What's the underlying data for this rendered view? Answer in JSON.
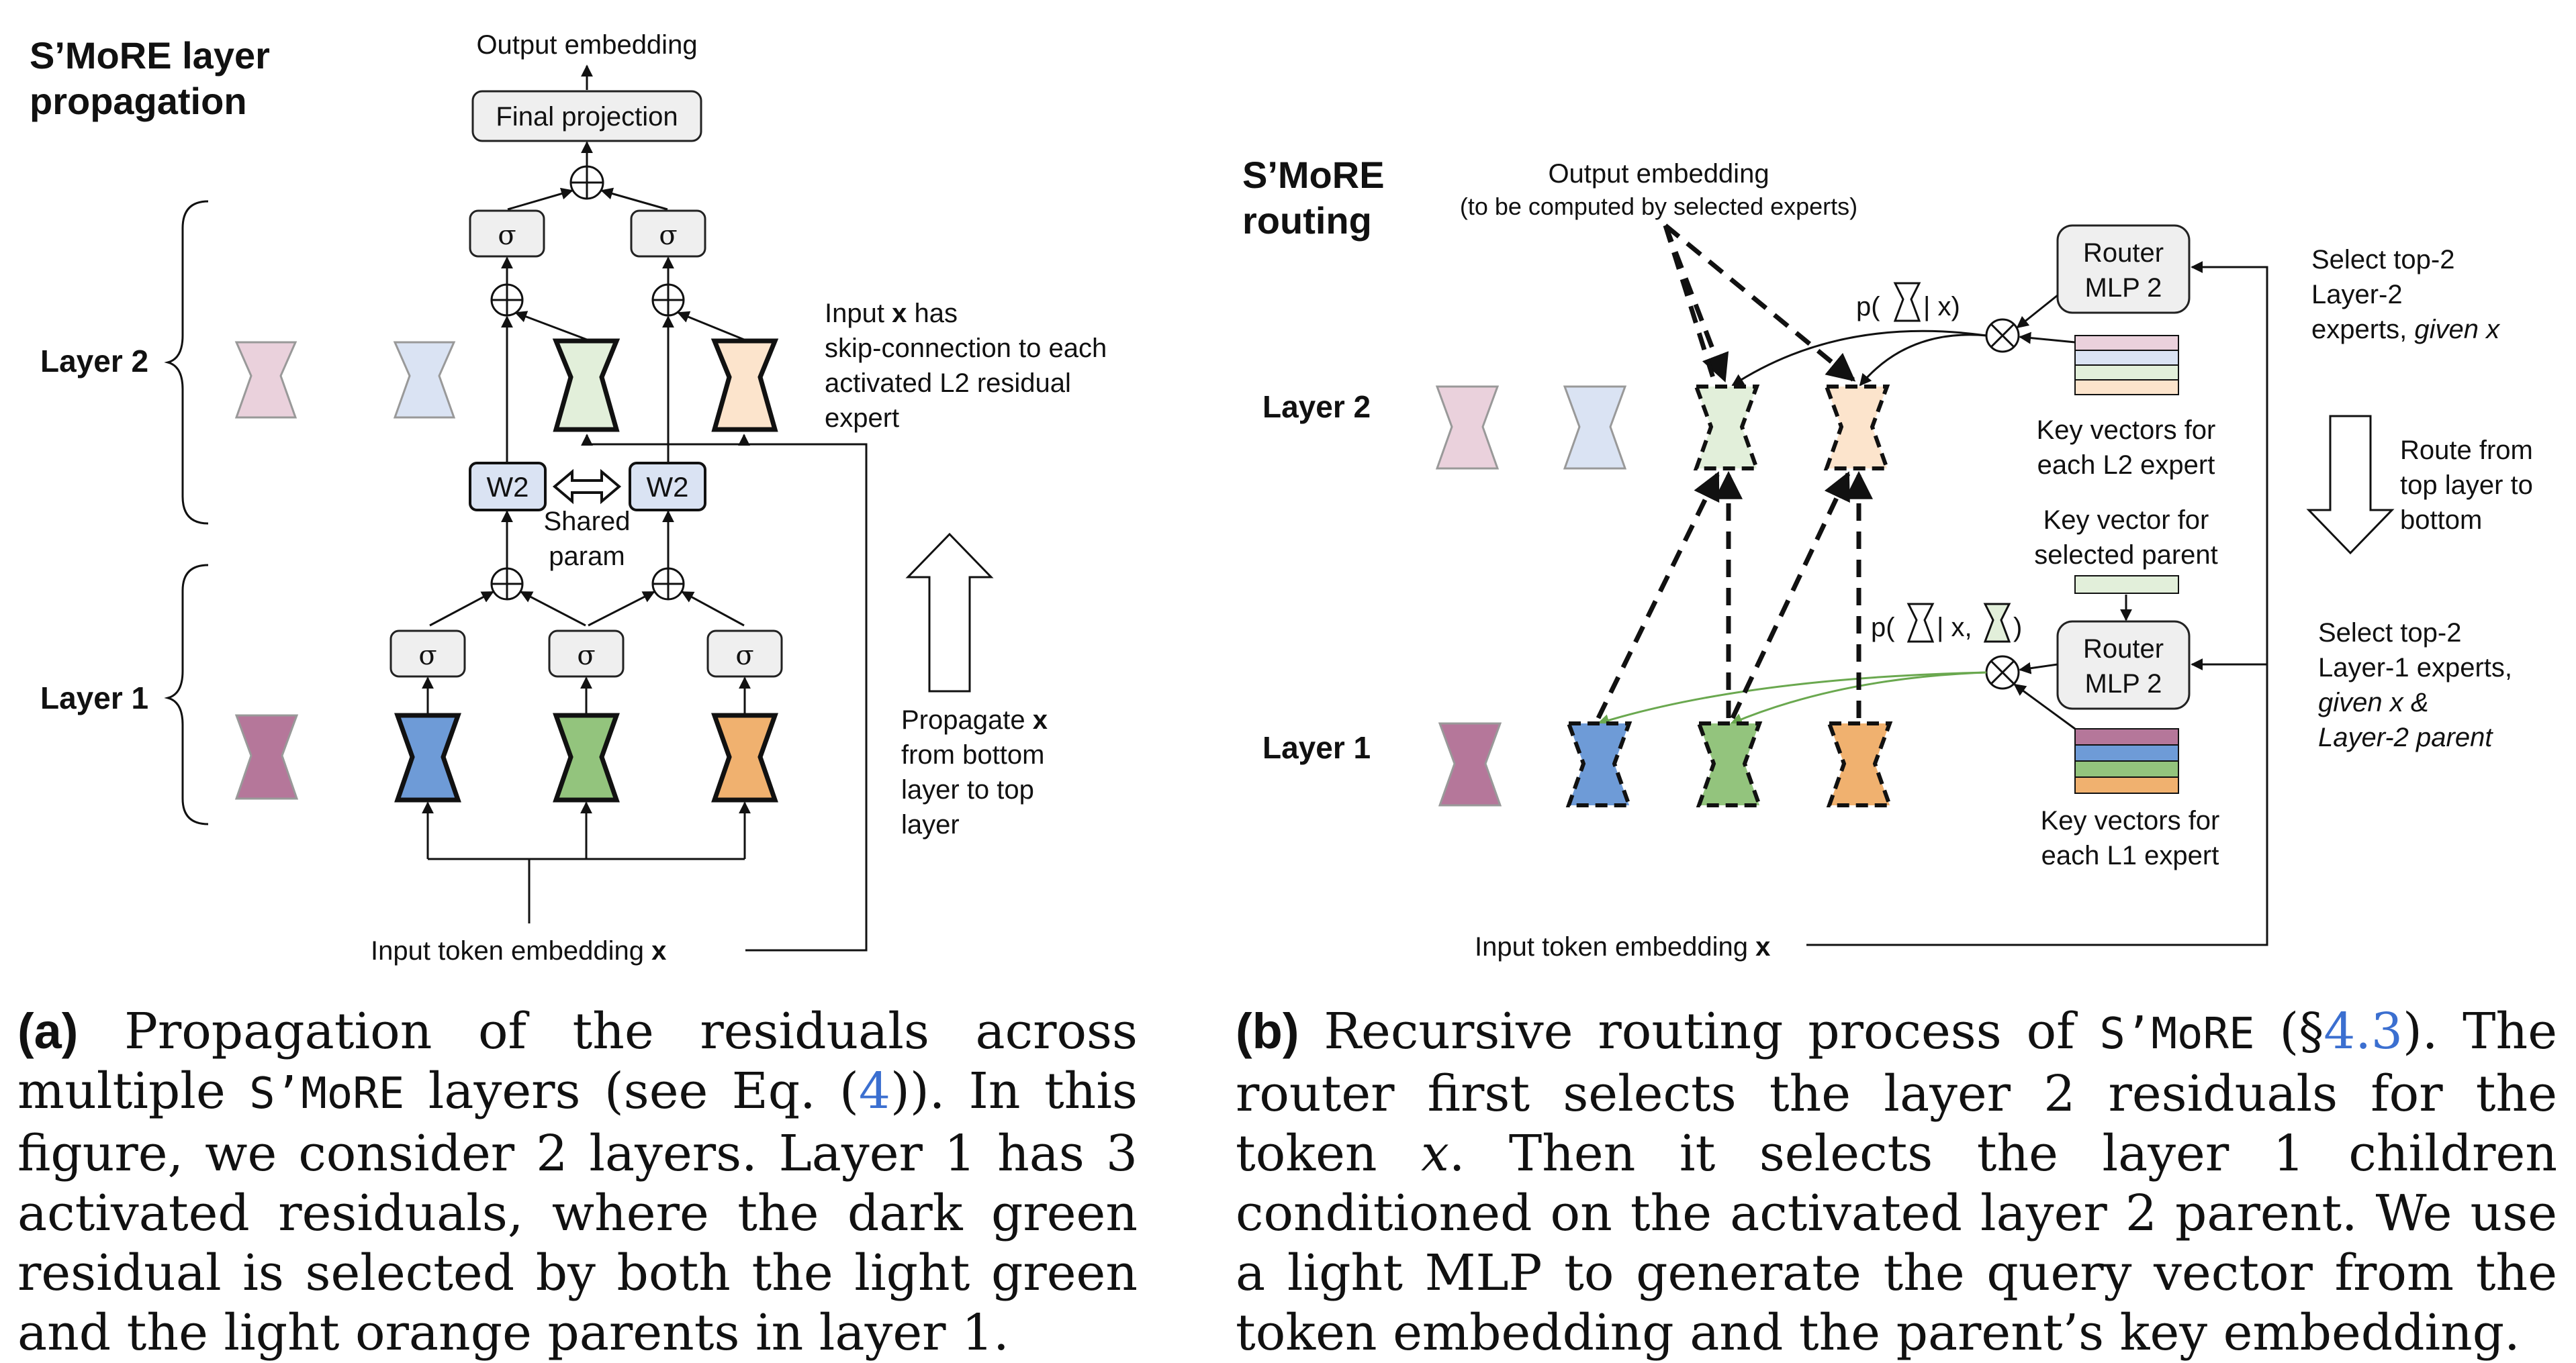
{
  "panel_a": {
    "title_lines": [
      "S’MoRE layer",
      "propagation"
    ],
    "output_label": "Output embedding",
    "final_projection": "Final projection",
    "layer2_label": "Layer 2",
    "layer1_label": "Layer 1",
    "sigma": "σ",
    "oplus": "⊕",
    "w2": "W2",
    "shared_param_lines": [
      "Shared",
      "param"
    ],
    "skip_note_lines": [
      "has",
      "skip-connection to each",
      "activated L2 residual",
      "expert"
    ],
    "skip_note_prefix": "Input",
    "bold_x": "x",
    "propagate_lines": [
      "from bottom",
      "layer to top",
      "layer"
    ],
    "propagate_prefix": "Propagate",
    "input_label": "Input token embedding"
  },
  "panel_b": {
    "title_lines": [
      "S’MoRE",
      "routing"
    ],
    "output_lines": [
      "Output embedding",
      "(to be computed by selected experts)"
    ],
    "router_lines": [
      "Router",
      "MLP 2"
    ],
    "p_top": [
      "p(",
      "| x)"
    ],
    "p_bottom": [
      "p(",
      "| x,",
      ")"
    ],
    "otimes": "⊗",
    "layer2_label": "Layer 2",
    "layer1_label": "Layer 1",
    "key_l2_lines": [
      "Key vectors for",
      "each L2 expert"
    ],
    "key_parent_lines": [
      "Key vector for",
      "selected parent"
    ],
    "key_l1_lines": [
      "Key vectors for",
      "each L1 expert"
    ],
    "select_top2_lines": [
      "Select top-2",
      "Layer-2"
    ],
    "select_top2_italic": "given x",
    "select_top2_prefix": "experts,",
    "route_lines": [
      "Route from",
      "top layer to",
      "bottom"
    ],
    "select_l1_lines": [
      "Select top-2",
      "Layer-1 experts,"
    ],
    "select_l1_italic": [
      "given x &",
      "Layer-2 parent"
    ],
    "input_label": "Input token embedding",
    "bold_x": "x"
  },
  "captions": {
    "a": {
      "tag": "(a)",
      "t1": "Propagation of the residuals across multiple",
      "mono": "S’MoRE",
      "t2": "layers (see Eq. (",
      "ref": "4",
      "t3": ")). In this figure, we consider 2 layers. Layer 1 has 3 activated residuals, where the dark green residual is selected by both the light green and the light orange parents in layer 1."
    },
    "b": {
      "tag": "(b)",
      "t1": "Recursive routing process of",
      "mono": "S’MoRE",
      "t2": "(§",
      "ref": "4.3",
      "t3": "). The router first selects the layer 2 residuals for the token",
      "xvar": "x",
      "t4": ". Then it selects the layer 1 children conditioned on the activated layer 2 parent. We use a light MLP to generate the query vector from the token embedding and the parent’s key embedding."
    }
  },
  "colors": {
    "pink_light": "#ead1dc",
    "blue_light": "#dae3f3",
    "green_light": "#e2efda",
    "orange_light": "#fce4cc",
    "pink_dark": "#b5779a",
    "blue_dark": "#6e9bd7",
    "green_dark": "#93c47d",
    "orange_dark": "#f0b16f",
    "box_fill": "#efefef",
    "w2_fill": "#dae3f3",
    "green_arrow": "#6aa84f"
  }
}
